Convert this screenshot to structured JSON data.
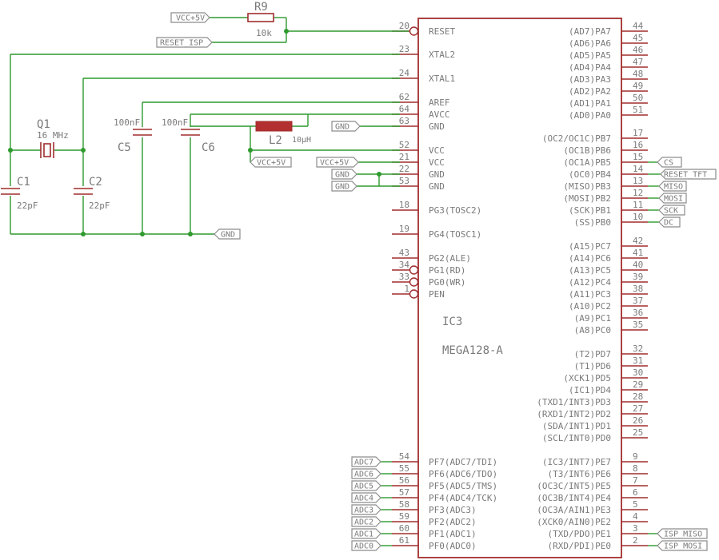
{
  "chip": {
    "ref": "IC3",
    "part": "MEGA128-A"
  },
  "left_pins": [
    {
      "num": "20",
      "name": "RESET",
      "inv": true
    },
    {
      "num": "23",
      "name": "XTAL2"
    },
    {
      "num": "24",
      "name": "XTAL1"
    },
    {
      "num": "62",
      "name": "AREF"
    },
    {
      "num": "64",
      "name": "AVCC"
    },
    {
      "num": "63",
      "name": "GND"
    },
    {
      "num": "52",
      "name": "VCC"
    },
    {
      "num": "21",
      "name": "VCC"
    },
    {
      "num": "22",
      "name": "GND"
    },
    {
      "num": "53",
      "name": "GND"
    },
    {
      "num": "18",
      "name": "PG3(TOSC2)"
    },
    {
      "num": "19",
      "name": "PG4(TOSC1)"
    },
    {
      "num": "43",
      "name": "PG2(ALE)"
    },
    {
      "num": "34",
      "name": "PG1(RD)",
      "inv": true
    },
    {
      "num": "33",
      "name": "PG0(WR)",
      "inv": true
    },
    {
      "num": "1",
      "name": "PEN",
      "inv": true
    },
    {
      "num": "54",
      "name": "PF7(ADC7/TDI)"
    },
    {
      "num": "55",
      "name": "PF6(ADC6/TDO)"
    },
    {
      "num": "56",
      "name": "PF5(ADC5/TMS)"
    },
    {
      "num": "57",
      "name": "PF4(ADC4/TCK)"
    },
    {
      "num": "58",
      "name": "PF3(ADC3)"
    },
    {
      "num": "59",
      "name": "PF2(ADC2)"
    },
    {
      "num": "60",
      "name": "PF1(ADC1)"
    },
    {
      "num": "61",
      "name": "PF0(ADC0)"
    }
  ],
  "right_pins": [
    {
      "num": "44",
      "name": "(AD7)PA7"
    },
    {
      "num": "45",
      "name": "(AD6)PA6"
    },
    {
      "num": "46",
      "name": "(AD5)PA5"
    },
    {
      "num": "47",
      "name": "(AD4)PA4"
    },
    {
      "num": "48",
      "name": "(AD3)PA3"
    },
    {
      "num": "49",
      "name": "(AD2)PA2"
    },
    {
      "num": "50",
      "name": "(AD1)PA1"
    },
    {
      "num": "51",
      "name": "(AD0)PA0"
    },
    {
      "num": "17",
      "name": "(OC2/OC1C)PB7"
    },
    {
      "num": "16",
      "name": "(OC1B)PB6"
    },
    {
      "num": "15",
      "name": "(OC1A)PB5"
    },
    {
      "num": "14",
      "name": "(OC0)PB4"
    },
    {
      "num": "13",
      "name": "(MISO)PB3"
    },
    {
      "num": "12",
      "name": "(MOSI)PB2"
    },
    {
      "num": "11",
      "name": "(SCK)PB1"
    },
    {
      "num": "10",
      "name": "(SS)PB0"
    },
    {
      "num": "42",
      "name": "(A15)PC7"
    },
    {
      "num": "41",
      "name": "(A14)PC6"
    },
    {
      "num": "40",
      "name": "(A13)PC5"
    },
    {
      "num": "39",
      "name": "(A12)PC4"
    },
    {
      "num": "38",
      "name": "(A11)PC3"
    },
    {
      "num": "37",
      "name": "(A10)PC2"
    },
    {
      "num": "36",
      "name": "(A9)PC1"
    },
    {
      "num": "35",
      "name": "(A8)PC0"
    },
    {
      "num": "32",
      "name": "(T2)PD7"
    },
    {
      "num": "31",
      "name": "(T1)PD6"
    },
    {
      "num": "30",
      "name": "(XCK1)PD5"
    },
    {
      "num": "29",
      "name": "(IC1)PD4"
    },
    {
      "num": "28",
      "name": "(TXD1/INT3)PD3"
    },
    {
      "num": "27",
      "name": "(RXD1/INT2)PD2"
    },
    {
      "num": "26",
      "name": "(SDA/INT1)PD1"
    },
    {
      "num": "25",
      "name": "(SCL/INT0)PD0"
    },
    {
      "num": "9",
      "name": "(IC3/INT7)PE7"
    },
    {
      "num": "8",
      "name": "(T3/INT6)PE6"
    },
    {
      "num": "7",
      "name": "(OC3C/INT5)PE5"
    },
    {
      "num": "6",
      "name": "(OC3B/INT4)PE4"
    },
    {
      "num": "5",
      "name": "(OC3A/AIN1)PE3"
    },
    {
      "num": "4",
      "name": "(XCK0/AIN0)PE2"
    },
    {
      "num": "3",
      "name": "(TXD/PDO)PE1"
    },
    {
      "num": "2",
      "name": "(RXD/PDI)PE0"
    }
  ],
  "components": {
    "r9": {
      "ref": "R9",
      "value": "10k"
    },
    "q1": {
      "ref": "Q1",
      "value": "16 MHz"
    },
    "c1": {
      "ref": "C1",
      "value": "22pF"
    },
    "c2": {
      "ref": "C2",
      "value": "22pF"
    },
    "c5": {
      "ref": "C5",
      "value": "100nF"
    },
    "c6": {
      "ref": "C6",
      "value": "100nF"
    },
    "l2": {
      "ref": "L2",
      "value": "10µH"
    }
  },
  "ports": {
    "vcc_r9": "VCC+5V",
    "reset_isp": "RESET_ISP",
    "gnd_63": "GND",
    "vcc_l2": "VCC+5V",
    "vcc_21": "VCC+5V",
    "gnd_22": "GND",
    "gnd_53": "GND",
    "gnd_bottom": "GND",
    "cs": "CS",
    "reset_tft": "RESET_TFT",
    "miso": "MISO",
    "mosi": "MOSI",
    "sck": "SCK",
    "dc": "DC",
    "isp_miso": "ISP_MISO",
    "isp_mosi": "ISP_MOSI",
    "adc": [
      "ADC7",
      "ADC6",
      "ADC5",
      "ADC4",
      "ADC3",
      "ADC2",
      "ADC1",
      "ADC0"
    ]
  }
}
